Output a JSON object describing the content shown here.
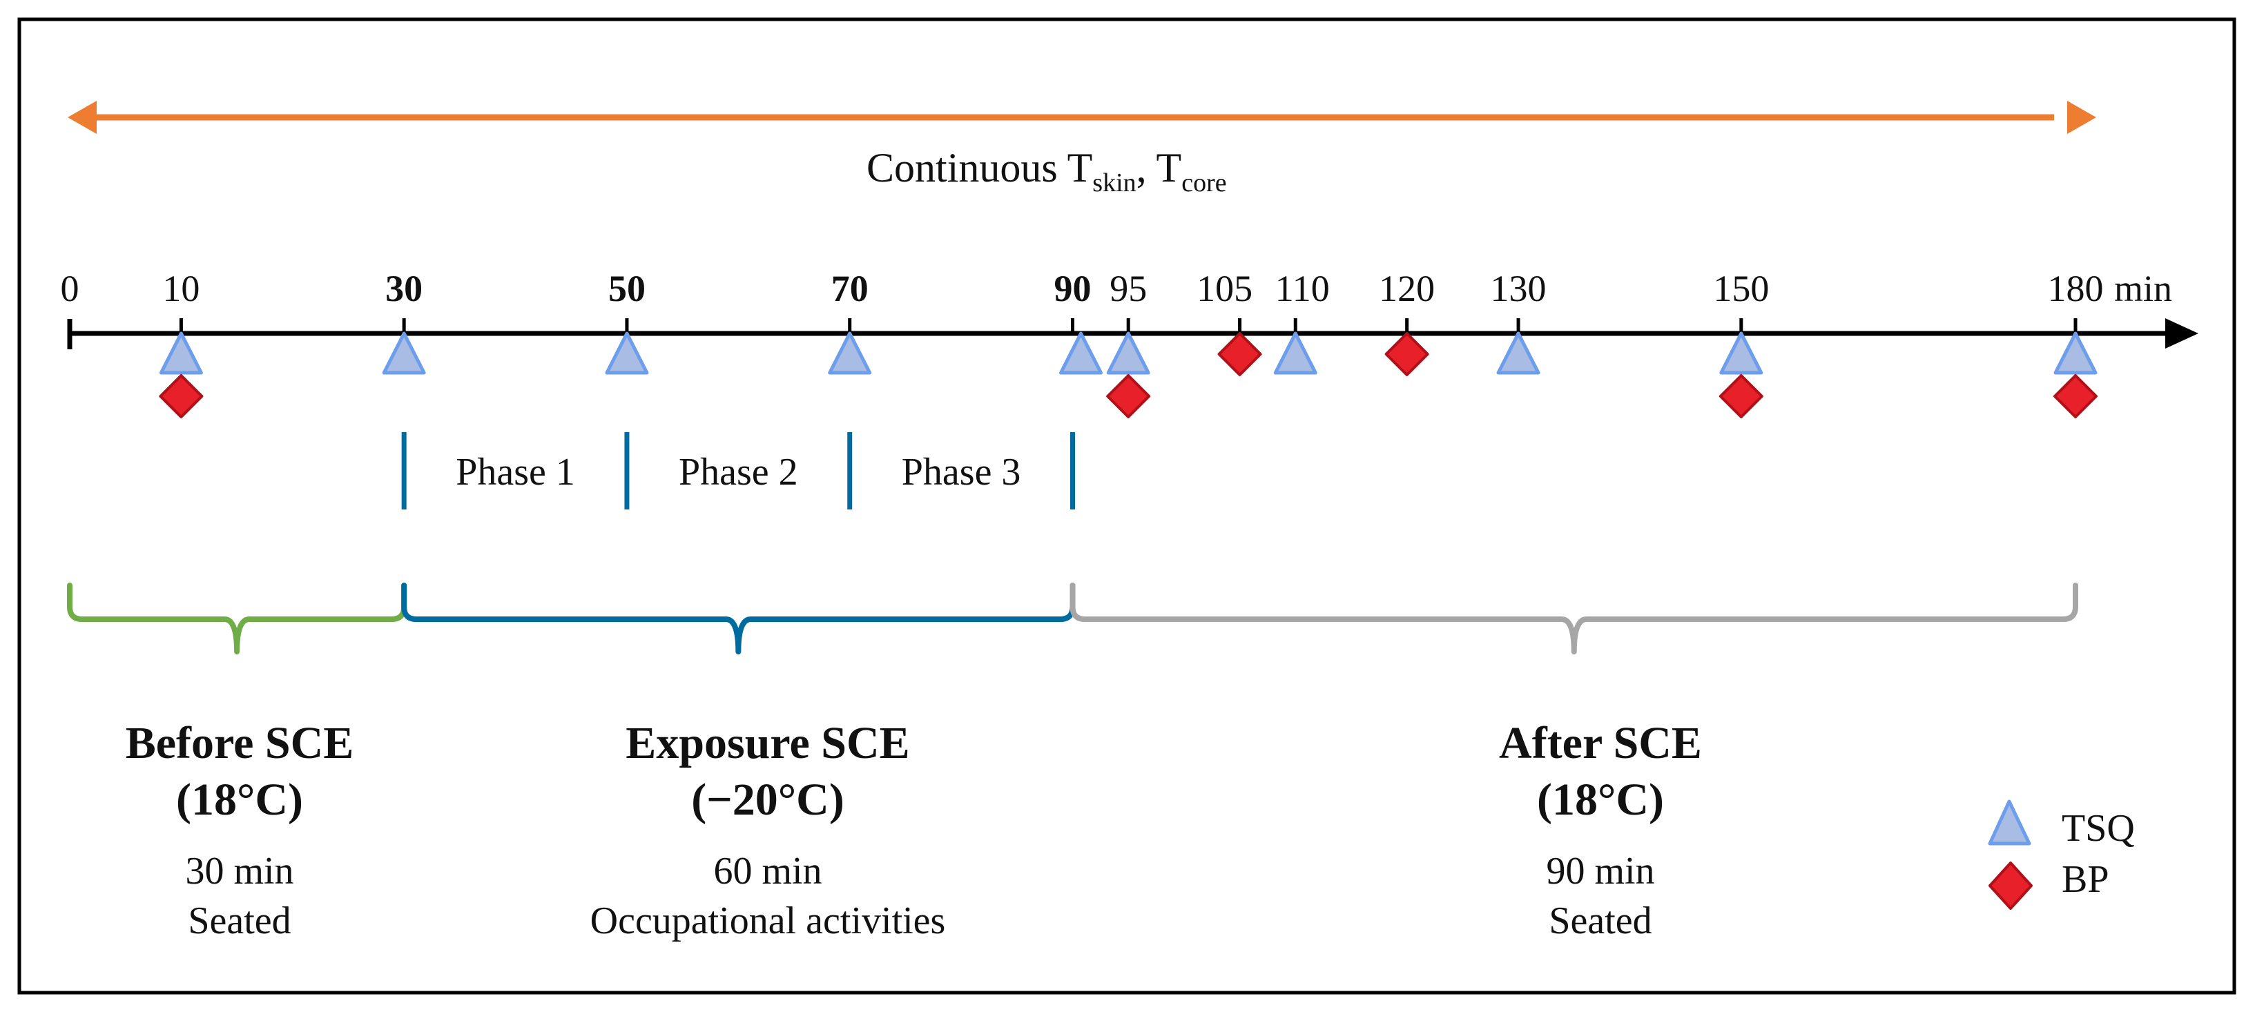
{
  "continuous": {
    "label": "Continuous T",
    "sub1": "skin",
    "sep": ", T",
    "sub2": "core"
  },
  "timeline": {
    "unit": "min",
    "ticks": [
      {
        "t": 0,
        "label": "0",
        "bold": false
      },
      {
        "t": 10,
        "label": "10",
        "bold": false
      },
      {
        "t": 30,
        "label": "30",
        "bold": true
      },
      {
        "t": 50,
        "label": "50",
        "bold": true
      },
      {
        "t": 70,
        "label": "70",
        "bold": true
      },
      {
        "t": 90,
        "label": "90",
        "bold": true
      },
      {
        "t": 95,
        "label": "95",
        "bold": false
      },
      {
        "t": 105,
        "label": "105",
        "bold": false
      },
      {
        "t": 110,
        "label": "110",
        "bold": false
      },
      {
        "t": 120,
        "label": "120",
        "bold": false
      },
      {
        "t": 130,
        "label": "130",
        "bold": false
      },
      {
        "t": 150,
        "label": "150",
        "bold": false
      },
      {
        "t": 180,
        "label": "180",
        "bold": false
      }
    ],
    "tsq_times": [
      10,
      30,
      50,
      70,
      90,
      95,
      110,
      130,
      150,
      180
    ],
    "bp_times": [
      10,
      95,
      105,
      120,
      150,
      180
    ]
  },
  "phases": [
    {
      "label": "Phase 1",
      "start": 30,
      "end": 50
    },
    {
      "label": "Phase 2",
      "start": 50,
      "end": 70
    },
    {
      "label": "Phase 3",
      "start": 70,
      "end": 90
    }
  ],
  "periods": [
    {
      "key": "before",
      "start": 0,
      "end": 30,
      "color": "#70ad47",
      "title": "Before SCE",
      "temp": "(18°C)",
      "duration": "30 min",
      "activity": "Seated"
    },
    {
      "key": "exposure",
      "start": 30,
      "end": 90,
      "color": "#006b9e",
      "title": "Exposure SCE",
      "temp": "(−20°C)",
      "duration": "60 min",
      "activity": "Occupational activities"
    },
    {
      "key": "after",
      "start": 90,
      "end": 180,
      "color": "#a6a6a6",
      "title": "After SCE",
      "temp": "(18°C)",
      "duration": "90 min",
      "activity": "Seated"
    }
  ],
  "legend": {
    "tsq_label": "TSQ",
    "bp_label": "BP"
  },
  "colors": {
    "continuous_arrow": "#ed7d31",
    "tsq_fill": "#a9bce3",
    "tsq_stroke": "#6d9eeb",
    "bp_fill": "#e8202a",
    "bp_stroke": "#b01018",
    "axis": "#000000",
    "phase_bar": "#006b9e",
    "frame": "#000000"
  }
}
